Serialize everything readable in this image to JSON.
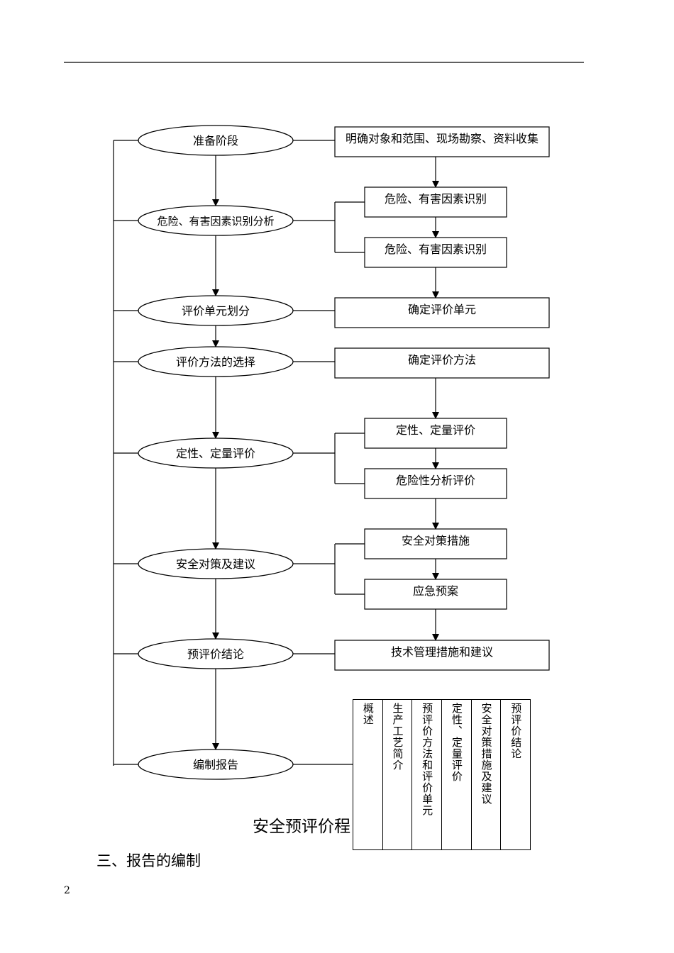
{
  "stages": [
    "准备阶段",
    "危险、有害因素识别分析",
    "评价单元划分",
    "评价方法的选择",
    "定性、定量评价",
    "安全对策及建议",
    "预评价结论",
    "编制报告"
  ],
  "tasks": [
    "明确对象和范围、现场勘察、资料收集",
    "危险、有害因素识别",
    "危险、有害因素识别",
    "确定评价单元",
    "确定评价方法",
    "定性、定量评价",
    "危险性分析评价",
    "安全对策措施",
    "应急预案",
    "技术管理措施和建议"
  ],
  "report_contents": [
    "概述",
    "生产工艺简介",
    "预评价方法和评价单元",
    "定性、定量评价",
    "安全对策措施及建议",
    "预评价结论"
  ],
  "caption": "安全预评价程",
  "section_heading": "三、报告的编制",
  "page_number": "2"
}
